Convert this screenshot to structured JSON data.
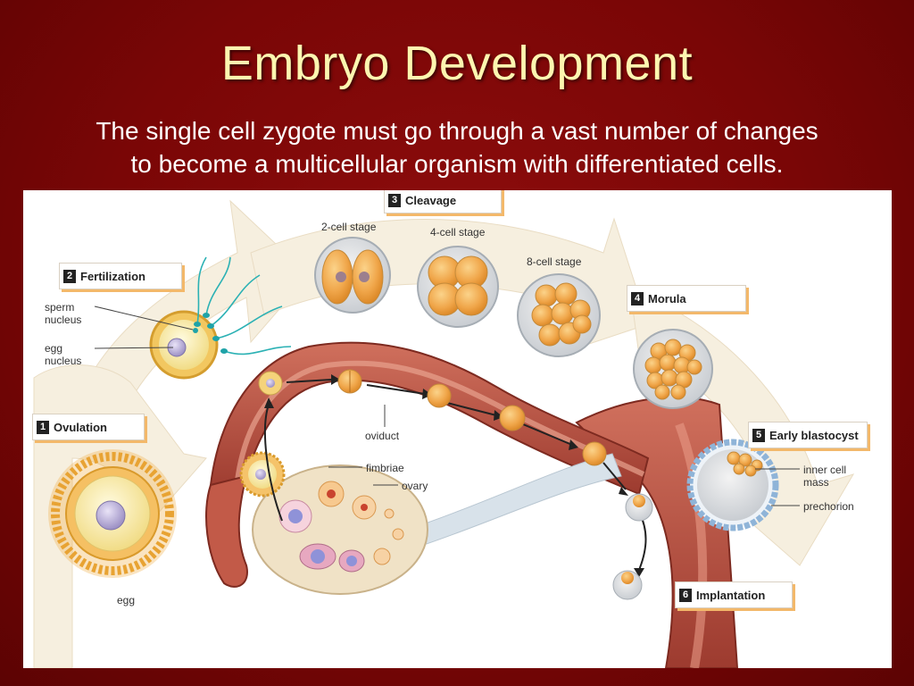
{
  "slide": {
    "title": "Embryo Development",
    "subtitle_line1": "The single cell zygote must go through a vast number of changes",
    "subtitle_line2": "to become a multicellular organism with differentiated cells."
  },
  "diagram": {
    "stages": [
      {
        "num": "1",
        "label": "Ovulation"
      },
      {
        "num": "2",
        "label": "Fertilization"
      },
      {
        "num": "3",
        "label": "Cleavage"
      },
      {
        "num": "4",
        "label": "Morula"
      },
      {
        "num": "5",
        "label": "Early blastocyst"
      },
      {
        "num": "6",
        "label": "Implantation"
      }
    ],
    "annotations": {
      "sperm_nucleus": "sperm\nnucleus",
      "egg_nucleus": "egg\nnucleus",
      "two_cell": "2-cell stage",
      "four_cell": "4-cell stage",
      "eight_cell": "8-cell stage",
      "oviduct": "oviduct",
      "fimbriae": "fimbriae",
      "ovary": "ovary",
      "egg": "egg",
      "inner_cell_mass": "inner cell\nmass",
      "prechorion": "prechorion"
    },
    "colors": {
      "slide_background": "#7a0606",
      "title_text": "#fdf6b0",
      "label_shadow": "#f3b86a",
      "flow_arrow": "#f6efdf",
      "oviduct_tissue": "#b14a3c",
      "cell_orange": "#f0a64a"
    }
  }
}
